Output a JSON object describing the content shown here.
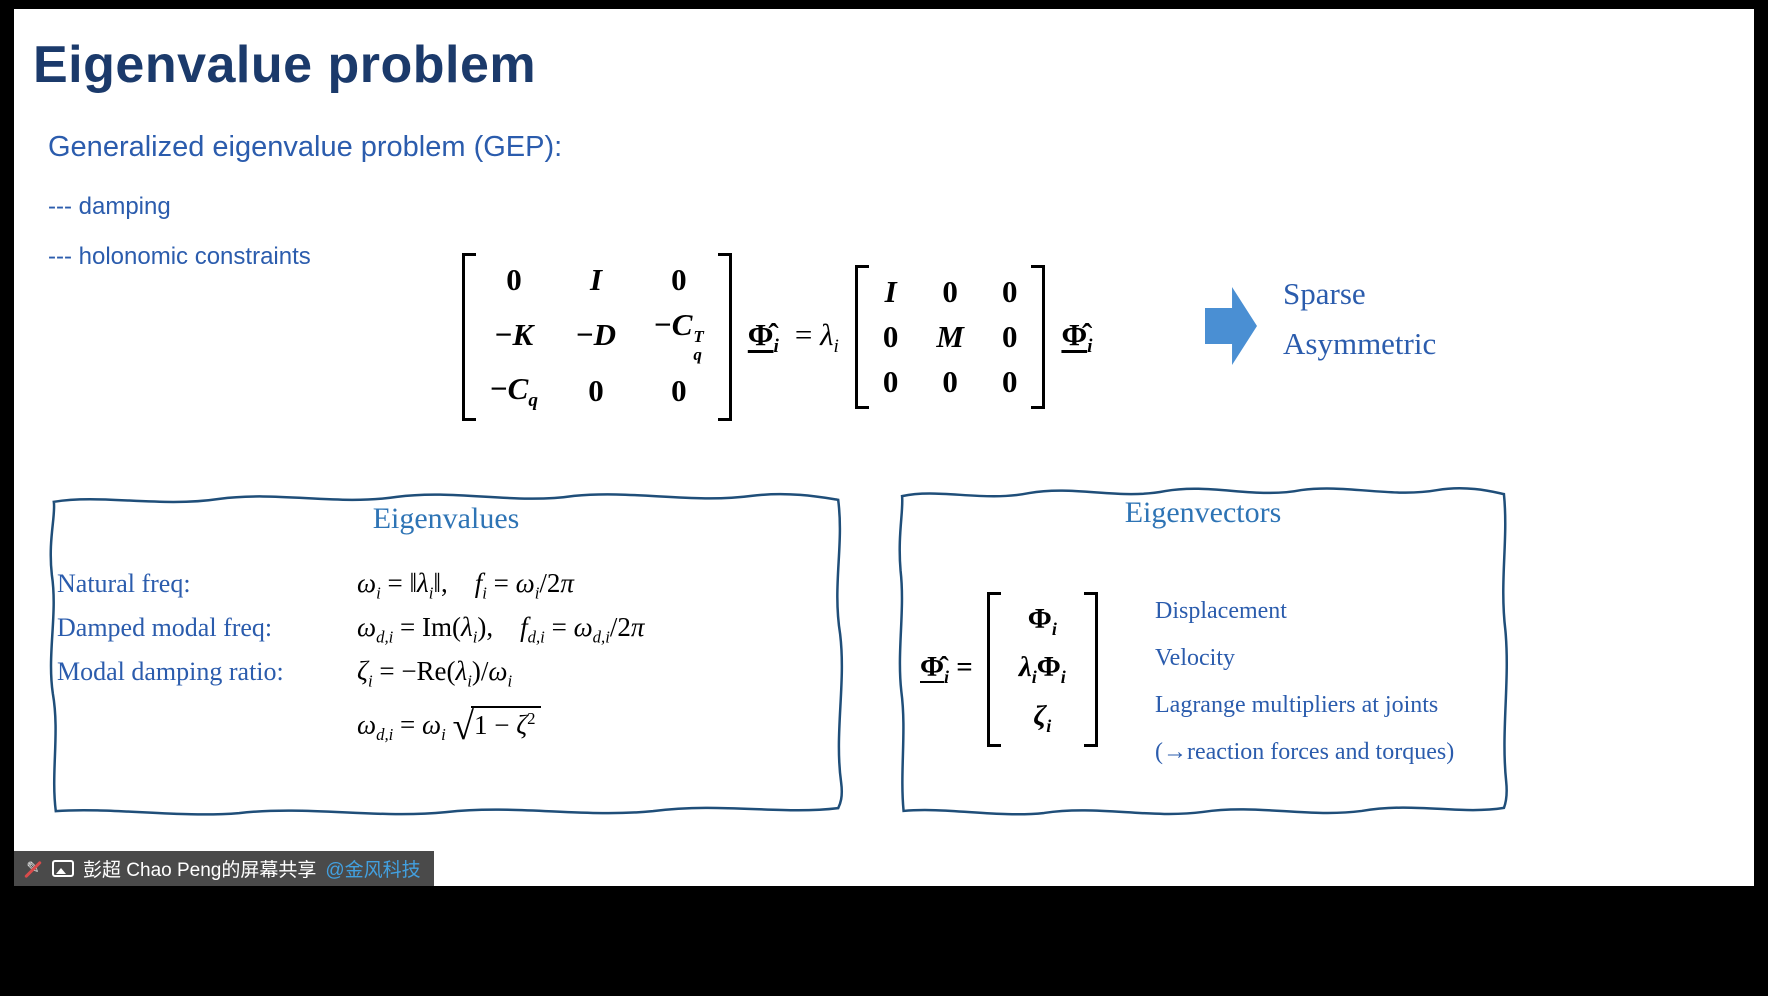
{
  "slide": {
    "title": "Eigenvalue problem",
    "subtitle": "Generalized eigenvalue problem (GEP):",
    "bullets": [
      "--- damping",
      "--- holonomic constraints"
    ],
    "arrow_label_line1": "Sparse",
    "arrow_label_line2": "Asymmetric"
  },
  "gep": {
    "lhs": [
      [
        "0",
        "<i>I</i>",
        "0"
      ],
      [
        "−<i>K</i>",
        "−<i>D</i>",
        "−<i>C</i><span class='ss'><span class='sst'><i>T</i></span><span class='ssb'><i>q</i></span></span>"
      ],
      [
        "−<i>C</i><sub><i>q</i></sub>",
        "0",
        "0"
      ]
    ],
    "rhs": [
      [
        "<i>I</i>",
        "0",
        "0"
      ],
      [
        "0",
        "<i>M</i>",
        "0"
      ],
      [
        "0",
        "0",
        "0"
      ]
    ],
    "phi": "<span class='ul'>Φ̂</span><sub><i>i</i></sub>",
    "eq_lambda": "= <i>λ</i><sub><i>i</i></sub>"
  },
  "eigenvalues": {
    "title": "Eigenvalues",
    "rows": [
      {
        "label": "Natural freq:",
        "formula": "<i>ω</i><sub><i>i</i></sub> = ‖<i>λ</i><sub><i>i</i></sub>‖,&#8195;<i>f</i><sub><i>i</i></sub> = <i>ω</i><sub><i>i</i></sub>/2<i>π</i>"
      },
      {
        "label": "Damped modal freq:",
        "formula": "<i>ω</i><sub><i>d,i</i></sub> = Im(<i>λ</i><sub><i>i</i></sub>),&#8195;<i>f</i><sub><i>d,i</i></sub> = <i>ω</i><sub><i>d,i</i></sub>/2<i>π</i>"
      },
      {
        "label": "Modal damping ratio:",
        "formula": "<i>ζ</i><sub><i>i</i></sub> = −Re(<i>λ</i><sub><i>i</i></sub>)/<i>ω</i><sub><i>i</i></sub>"
      }
    ],
    "extra_formula": "<i>ω</i><sub><i>d,i</i></sub> = <i>ω</i><sub><i>i</i></sub> <span class='rad'>√</span><span class='vinc'>1 − <i>ζ</i><sup>2</sup></span>"
  },
  "eigenvectors": {
    "title": "Eigenvectors",
    "lhs": "<span class='ul'>Φ̂</span><sub><i>i</i></sub> =",
    "cells": [
      "<b>Φ</b><sub><i>i</i></sub>",
      "<i>λ</i><sub><i>i</i></sub><b>Φ</b><sub><i>i</i></sub>",
      "<b><i>ζ</i></b><sub><i>i</i></sub>"
    ],
    "labels": [
      "Displacement",
      "Velocity",
      "Lagrange multipliers at joints",
      "(→reaction forces and torques)"
    ]
  },
  "share_bar": {
    "text": "彭超 Chao Peng的屏幕共享",
    "link": "@金风科技"
  },
  "colors": {
    "title_navy": "#1b3a6b",
    "body_blue": "#2b5cad",
    "heading_blue": "#2e74b5",
    "arrow_blue": "#4a8fd3",
    "box_border_navy": "#1f4e79",
    "share_link_blue": "#42a0e0",
    "chip_bg": "#4a4a4a"
  }
}
